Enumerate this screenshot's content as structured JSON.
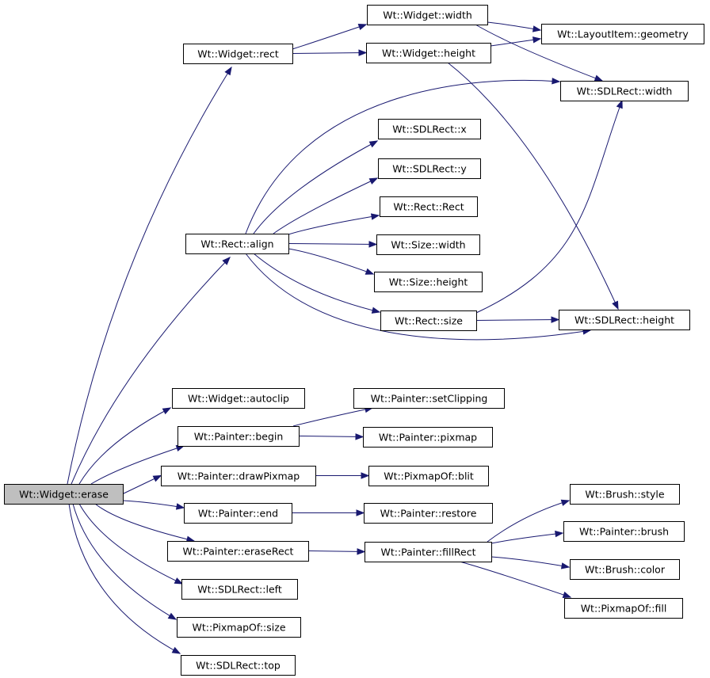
{
  "graph": {
    "nodes": [
      {
        "id": "erase",
        "label": "Wt::Widget::erase",
        "root": true
      },
      {
        "id": "rect",
        "label": "Wt::Widget::rect"
      },
      {
        "id": "wwidth",
        "label": "Wt::Widget::width"
      },
      {
        "id": "wheight",
        "label": "Wt::Widget::height"
      },
      {
        "id": "geometry",
        "label": "Wt::LayoutItem::geometry"
      },
      {
        "id": "sdlwidth",
        "label": "Wt::SDLRect::width"
      },
      {
        "id": "sdlx",
        "label": "Wt::SDLRect::x"
      },
      {
        "id": "sdly",
        "label": "Wt::SDLRect::y"
      },
      {
        "id": "rectrect",
        "label": "Wt::Rect::Rect"
      },
      {
        "id": "align",
        "label": "Wt::Rect::align"
      },
      {
        "id": "sizewidth",
        "label": "Wt::Size::width"
      },
      {
        "id": "sizeheight",
        "label": "Wt::Size::height"
      },
      {
        "id": "rectsize",
        "label": "Wt::Rect::size"
      },
      {
        "id": "sdlheight",
        "label": "Wt::SDLRect::height"
      },
      {
        "id": "autoclip",
        "label": "Wt::Widget::autoclip"
      },
      {
        "id": "setclipping",
        "label": "Wt::Painter::setClipping"
      },
      {
        "id": "begin",
        "label": "Wt::Painter::begin"
      },
      {
        "id": "pixmap",
        "label": "Wt::Painter::pixmap"
      },
      {
        "id": "drawpixmap",
        "label": "Wt::Painter::drawPixmap"
      },
      {
        "id": "blit",
        "label": "Wt::PixmapOf::blit"
      },
      {
        "id": "brushstyle",
        "label": "Wt::Brush::style"
      },
      {
        "id": "end",
        "label": "Wt::Painter::end"
      },
      {
        "id": "restore",
        "label": "Wt::Painter::restore"
      },
      {
        "id": "painterbrush",
        "label": "Wt::Painter::brush"
      },
      {
        "id": "eraserect",
        "label": "Wt::Painter::eraseRect"
      },
      {
        "id": "fillrect",
        "label": "Wt::Painter::fillRect"
      },
      {
        "id": "brushcolor",
        "label": "Wt::Brush::color"
      },
      {
        "id": "sdlleft",
        "label": "Wt::SDLRect::left"
      },
      {
        "id": "pixfill",
        "label": "Wt::PixmapOf::fill"
      },
      {
        "id": "pixsize",
        "label": "Wt::PixmapOf::size"
      },
      {
        "id": "sdltop",
        "label": "Wt::SDLRect::top"
      }
    ],
    "edges": [
      {
        "from": "erase",
        "to": "rect"
      },
      {
        "from": "erase",
        "to": "align"
      },
      {
        "from": "erase",
        "to": "autoclip"
      },
      {
        "from": "erase",
        "to": "begin"
      },
      {
        "from": "erase",
        "to": "drawpixmap"
      },
      {
        "from": "erase",
        "to": "end"
      },
      {
        "from": "erase",
        "to": "eraserect"
      },
      {
        "from": "erase",
        "to": "sdlleft"
      },
      {
        "from": "erase",
        "to": "pixsize"
      },
      {
        "from": "erase",
        "to": "sdltop"
      },
      {
        "from": "rect",
        "to": "wwidth"
      },
      {
        "from": "rect",
        "to": "wheight"
      },
      {
        "from": "wwidth",
        "to": "geometry"
      },
      {
        "from": "wwidth",
        "to": "sdlwidth"
      },
      {
        "from": "wheight",
        "to": "geometry"
      },
      {
        "from": "wheight",
        "to": "sdlheight"
      },
      {
        "from": "align",
        "to": "sdlwidth"
      },
      {
        "from": "align",
        "to": "sdlx"
      },
      {
        "from": "align",
        "to": "sdly"
      },
      {
        "from": "align",
        "to": "rectrect"
      },
      {
        "from": "align",
        "to": "sizewidth"
      },
      {
        "from": "align",
        "to": "sizeheight"
      },
      {
        "from": "align",
        "to": "rectsize"
      },
      {
        "from": "align",
        "to": "sdlheight"
      },
      {
        "from": "rectsize",
        "to": "sdlwidth"
      },
      {
        "from": "rectsize",
        "to": "sdlheight"
      },
      {
        "from": "begin",
        "to": "setclipping"
      },
      {
        "from": "begin",
        "to": "pixmap"
      },
      {
        "from": "drawpixmap",
        "to": "blit"
      },
      {
        "from": "end",
        "to": "restore"
      },
      {
        "from": "eraserect",
        "to": "fillrect"
      },
      {
        "from": "fillrect",
        "to": "brushstyle"
      },
      {
        "from": "fillrect",
        "to": "painterbrush"
      },
      {
        "from": "fillrect",
        "to": "brushcolor"
      },
      {
        "from": "fillrect",
        "to": "pixfill"
      }
    ]
  }
}
